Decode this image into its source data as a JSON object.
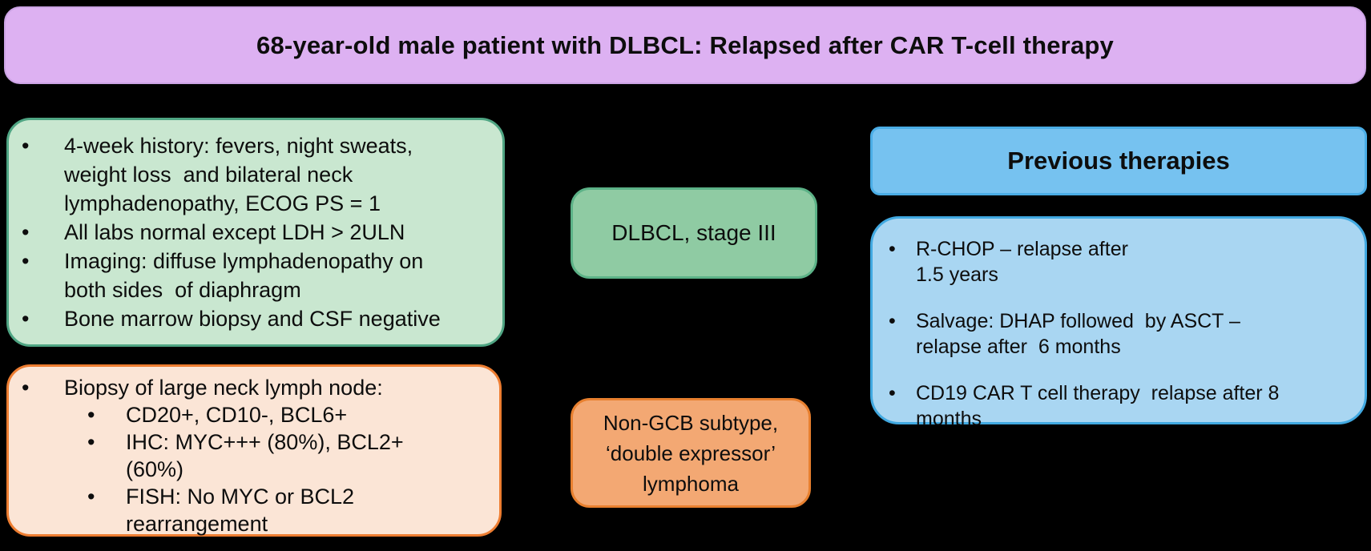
{
  "bullet_char": "•",
  "colors": {
    "background": "#000000",
    "banner_fill": "#DDB1F2",
    "green_light_fill": "#C9E7D0",
    "green_border": "#4FA583",
    "green_medium_fill": "#8FCBA3",
    "orange_light_fill": "#FBE5D6",
    "orange_border": "#ED7D31",
    "orange_medium_fill": "#F3A873",
    "blue_header_fill": "#76C2F0",
    "blue_light_fill": "#A9D6F2",
    "blue_border": "#41A9E1",
    "text": "#0D0D0D"
  },
  "banner": {
    "title": "68-year-old male patient with DLBCL: Relapsed after CAR T-cell therapy"
  },
  "clinical_box": {
    "bullets": [
      "4-week history: fevers, night sweats,\nweight loss  and bilateral neck\nlymphadenopathy, ECOG PS = 1",
      "All labs normal except LDH > 2ULN",
      "Imaging: diffuse lymphadenopathy on\nboth sides  of diaphragm",
      "Bone marrow biopsy and CSF negative"
    ]
  },
  "biopsy_box": {
    "lead": "Biopsy of large neck lymph node:",
    "sub_bullets": [
      "CD20+, CD10-, BCL6+",
      "IHC: MYC+++ (80%), BCL2+\n(60%)",
      "FISH: No MYC or BCL2\nrearrangement"
    ]
  },
  "stage_box": {
    "label": "DLBCL, stage III"
  },
  "subtype_box": {
    "label": "Non-GCB subtype,\n‘double expressor’\nlymphoma"
  },
  "previous_therapies": {
    "header": "Previous therapies",
    "bullets": [
      "R-CHOP – relapse after\n1.5 years",
      "Salvage: DHAP followed  by ASCT –\nrelapse after  6 months",
      "CD19 CAR T cell therapy  relapse after 8\nmonths"
    ]
  }
}
